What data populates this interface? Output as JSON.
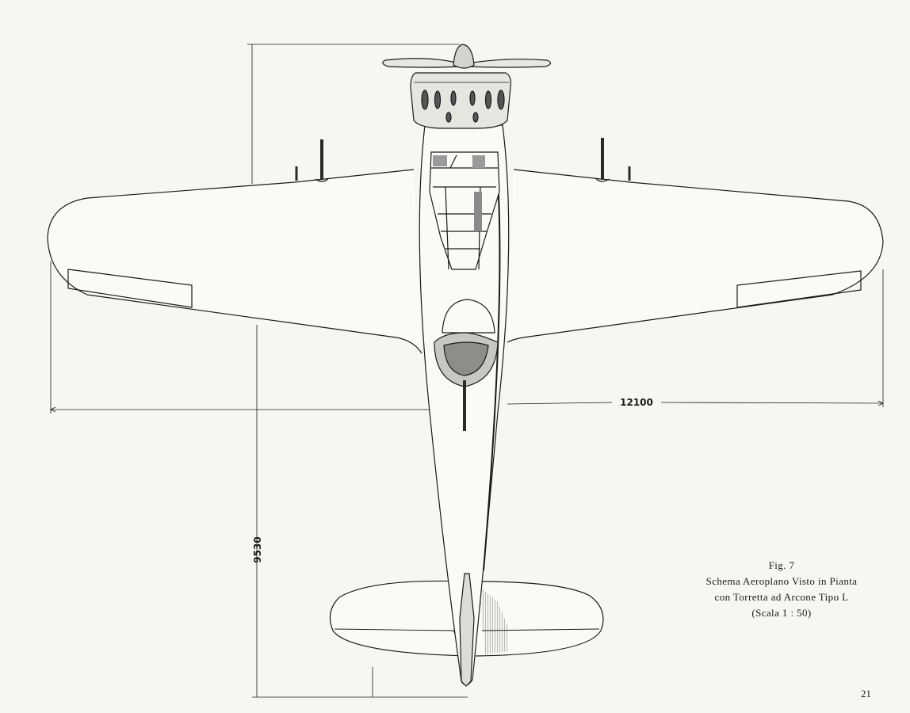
{
  "figure": {
    "fig_label": "Fig. 7",
    "title_line_1": "Schema Aeroplano Visto in Pianta",
    "title_line_2": "con Torretta ad Arcone Tipo L",
    "scale": "(Scala 1 : 50)"
  },
  "dimensions": {
    "wingspan": "12100",
    "length": "9530"
  },
  "page_number": "21",
  "colors": {
    "ink": "#1a1a1a",
    "paper": "#f7f6f2",
    "shading": "#9a9a9a"
  }
}
